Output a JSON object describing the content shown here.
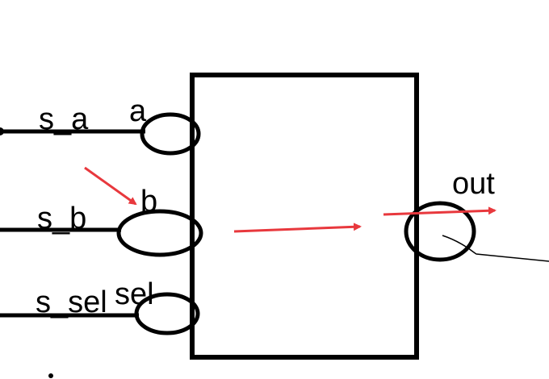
{
  "diagram": {
    "colors": {
      "ink": "#000000",
      "arrow": "#e8383d",
      "background": "#ffffff"
    },
    "signals": [
      {
        "id": "a",
        "wire_label": "s_a",
        "port_label": "a"
      },
      {
        "id": "b",
        "wire_label": "s_b",
        "port_label": "b"
      },
      {
        "id": "sel",
        "wire_label": "s_sel",
        "port_label": "sel"
      }
    ],
    "output": {
      "port_label": "out"
    }
  }
}
